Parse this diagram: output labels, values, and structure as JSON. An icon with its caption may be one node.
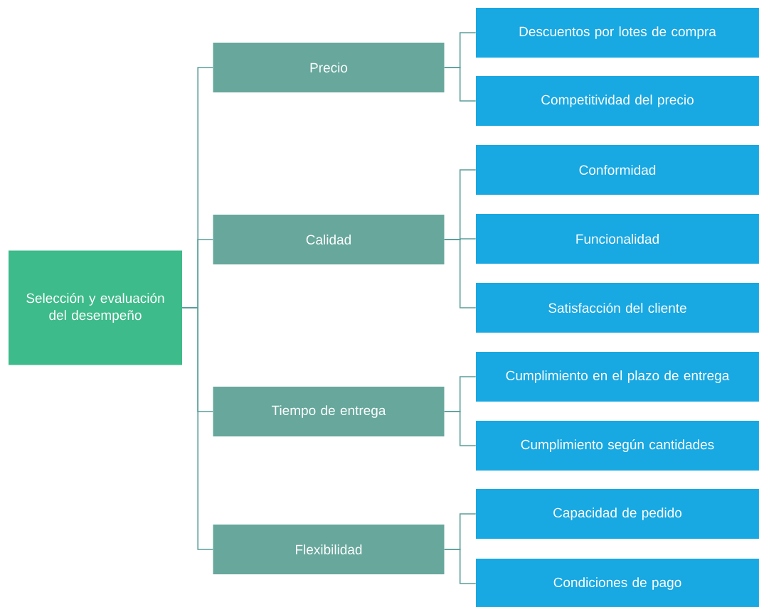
{
  "diagram": {
    "nodes": [
      {
        "text": [
          "Selección y evaluación del desempeño"
        ]
      },
      {
        "text": [
          "Precio"
        ]
      },
      {
        "text": [
          "Calidad"
        ]
      },
      {
        "text": [
          "Tiempo de entrega"
        ]
      },
      {
        "text": [
          "Flexibilidad"
        ]
      },
      {
        "text": [
          "Descuentos por lotes de compra"
        ]
      },
      {
        "text": [
          "Competitividad del precio"
        ]
      },
      {
        "text": [
          "Conformidad"
        ]
      },
      {
        "text": [
          "Funcionalidad"
        ]
      },
      {
        "text": [
          "Satisfacción del cliente"
        ]
      },
      {
        "text": [
          "Cumplimiento en el plazo de entrega"
        ]
      },
      {
        "text": [
          "Cumplimiento según cantidades"
        ]
      },
      {
        "text": [
          "Capacidad de pedido"
        ]
      },
      {
        "text": [
          "Condiciones de pago"
        ]
      }
    ],
    "edges": [
      {
        "from": 0,
        "to": 1,
        "arrow": "none"
      },
      {
        "from": 0,
        "to": 2,
        "arrow": "none"
      },
      {
        "from": 0,
        "to": 3,
        "arrow": "none"
      },
      {
        "from": 0,
        "to": 4,
        "arrow": "none"
      },
      {
        "from": 1,
        "to": 5,
        "arrow": "none"
      },
      {
        "from": 1,
        "to": 6,
        "arrow": "none"
      },
      {
        "from": 2,
        "to": 7,
        "arrow": "none"
      },
      {
        "from": 2,
        "to": 8,
        "arrow": "none"
      },
      {
        "from": 2,
        "to": 9,
        "arrow": "none"
      },
      {
        "from": 3,
        "to": 10,
        "arrow": "none"
      },
      {
        "from": 3,
        "to": 11,
        "arrow": "none"
      },
      {
        "from": 4,
        "to": 12,
        "arrow": "none"
      },
      {
        "from": 4,
        "to": 13,
        "arrow": "none"
      }
    ]
  }
}
